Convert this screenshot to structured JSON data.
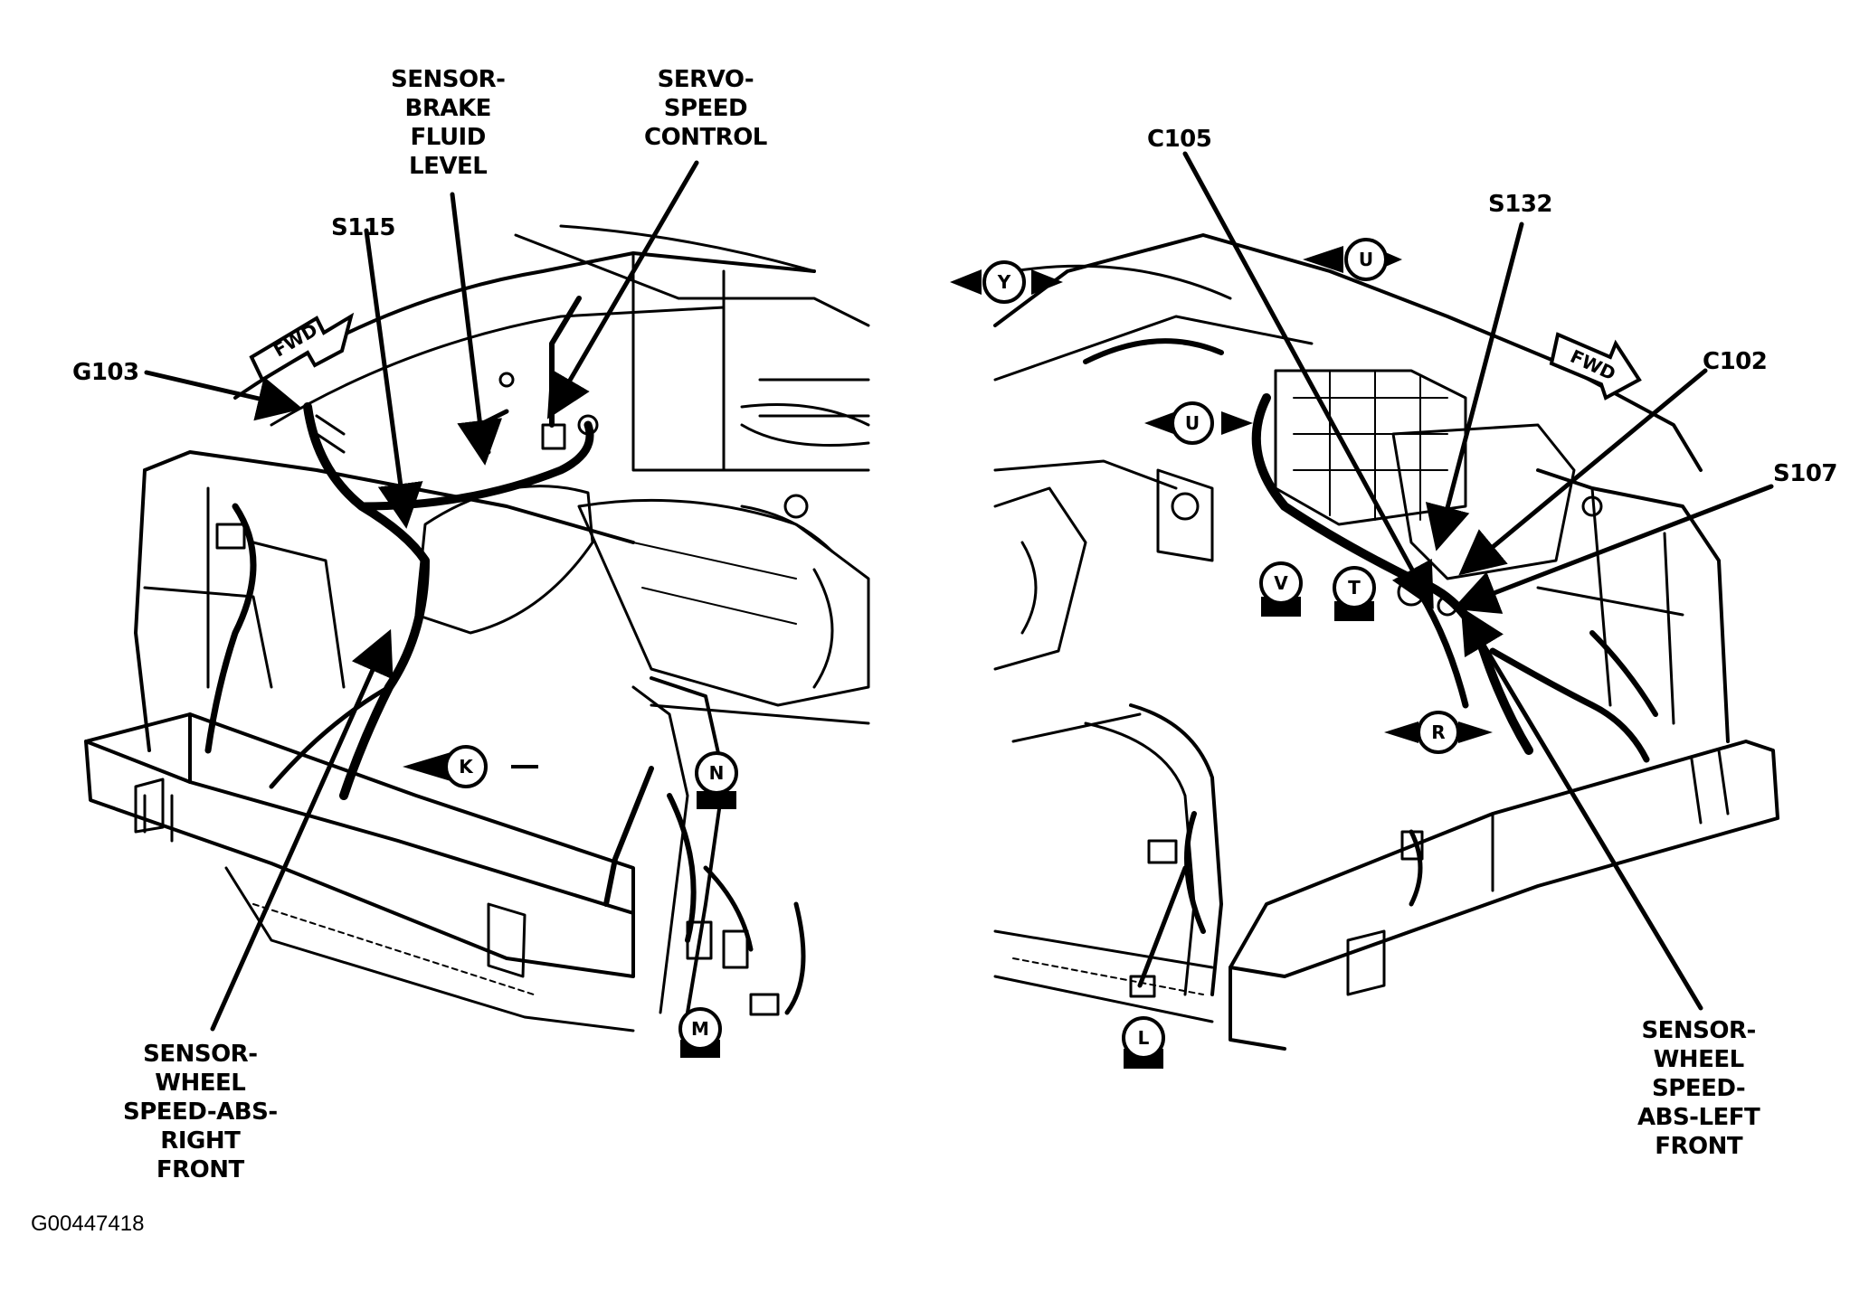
{
  "figure_id": "G00447418",
  "callouts": {
    "sensor_brake_fluid": [
      "SENSOR-",
      "BRAKE",
      "FLUID",
      "LEVEL"
    ],
    "servo_speed_control": [
      "SERVO-",
      "SPEED",
      "CONTROL"
    ],
    "s115": [
      "S115"
    ],
    "g103": [
      "G103"
    ],
    "sensor_wheel_rf": [
      "SENSOR-",
      "WHEEL",
      "SPEED-ABS-",
      "RIGHT",
      "FRONT"
    ],
    "c105": [
      "C105"
    ],
    "s132": [
      "S132"
    ],
    "c102": [
      "C102"
    ],
    "s107": [
      "S107"
    ],
    "sensor_wheel_lf": [
      "SENSOR-",
      "WHEEL",
      "SPEED-",
      "ABS-LEFT",
      "FRONT"
    ]
  },
  "direction_labels": {
    "fwd_left": "FWD",
    "fwd_right": "FWD"
  },
  "view_markers": {
    "k": "K",
    "n": "N",
    "m": "M",
    "y": "Y",
    "u_top": "U",
    "u_mid": "U",
    "v": "V",
    "t": "T",
    "r": "R",
    "l": "L"
  },
  "colors": {
    "ink": "#000000",
    "paper": "#ffffff"
  }
}
